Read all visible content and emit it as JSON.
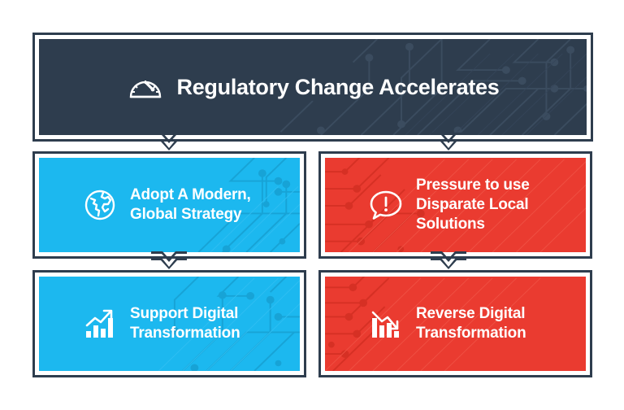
{
  "palette": {
    "dark_navy": "#2e3d4e",
    "blue": "#1cb8ef",
    "red": "#ea3b30",
    "white": "#ffffff"
  },
  "header": {
    "title": "Regulatory Change Accelerates",
    "icon": "speedometer-icon"
  },
  "cards": [
    {
      "id": "adopt-modern-global-strategy",
      "label": "Adopt A Modern,\nGlobal Strategy",
      "icon": "globe-icon",
      "color": "#1cb8ef",
      "position": "top-left"
    },
    {
      "id": "pressure-disparate-local-solutions",
      "label": "Pressure to use\nDisparate Local\nSolutions",
      "icon": "speech-bubble-alert-icon",
      "color": "#ea3b30",
      "position": "top-right"
    },
    {
      "id": "support-digital-transformation",
      "label": "Support Digital\nTransformation",
      "icon": "bar-chart-up-icon",
      "color": "#1cb8ef",
      "position": "bottom-left"
    },
    {
      "id": "reverse-digital-transformation",
      "label": "Reverse Digital\nTransformation",
      "icon": "bar-chart-down-icon",
      "color": "#ea3b30",
      "position": "bottom-right"
    }
  ],
  "connectors": [
    {
      "id": "header-to-top-left",
      "direction": "down"
    },
    {
      "id": "header-to-top-right",
      "direction": "down"
    },
    {
      "id": "top-left-to-bottom-left",
      "direction": "down"
    },
    {
      "id": "top-right-to-bottom-right",
      "direction": "down"
    }
  ]
}
